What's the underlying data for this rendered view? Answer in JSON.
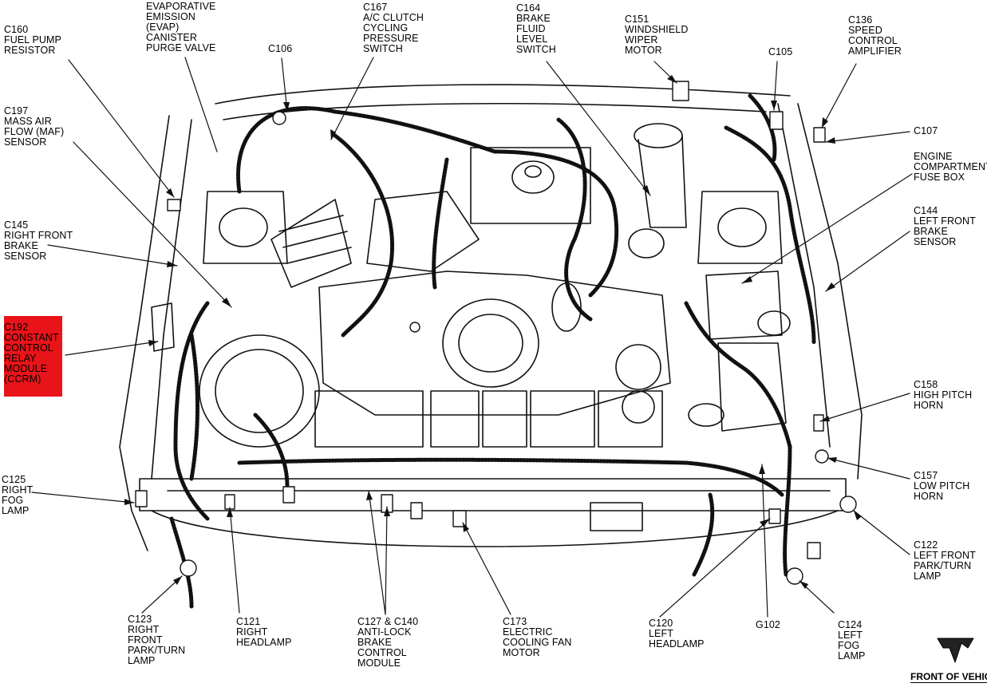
{
  "colors": {
    "highlight": "#e8141a",
    "ink": "#111111",
    "background": "#ffffff"
  },
  "front_of_vehicle": "FRONT OF VEHICLE",
  "labels": [
    {
      "id": "c160",
      "lines": [
        "C160",
        "FUEL PUMP",
        "RESISTOR"
      ]
    },
    {
      "id": "evap",
      "lines": [
        "EVAPORATIVE",
        "EMISSION",
        "(EVAP)",
        "CANISTER",
        "PURGE VALVE"
      ]
    },
    {
      "id": "c106",
      "lines": [
        "C106"
      ]
    },
    {
      "id": "c167",
      "lines": [
        "C167",
        "A/C CLUTCH",
        "CYCLING",
        "PRESSURE",
        "SWITCH"
      ]
    },
    {
      "id": "c164",
      "lines": [
        "C164",
        "BRAKE",
        "FLUID",
        "LEVEL",
        "SWITCH"
      ]
    },
    {
      "id": "c151",
      "lines": [
        "C151",
        "WINDSHIELD",
        "WIPER",
        "MOTOR"
      ]
    },
    {
      "id": "c105",
      "lines": [
        "C105"
      ]
    },
    {
      "id": "c136",
      "lines": [
        "C136",
        "SPEED",
        "CONTROL",
        "AMPLIFIER"
      ]
    },
    {
      "id": "c197",
      "lines": [
        "C197",
        "MASS AIR",
        "FLOW (MAF)",
        "SENSOR"
      ]
    },
    {
      "id": "c107",
      "lines": [
        "C107"
      ]
    },
    {
      "id": "fusebox",
      "lines": [
        "ENGINE",
        "COMPARTMENT",
        "FUSE BOX"
      ]
    },
    {
      "id": "c145",
      "lines": [
        "C145",
        "RIGHT FRONT",
        "BRAKE",
        "SENSOR"
      ]
    },
    {
      "id": "c144",
      "lines": [
        "C144",
        "LEFT FRONT",
        "BRAKE",
        "SENSOR"
      ]
    },
    {
      "id": "c192",
      "lines": [
        "C192",
        "CONSTANT",
        "CONTROL",
        "RELAY",
        "MODULE",
        "(CCRM)"
      ]
    },
    {
      "id": "c158",
      "lines": [
        "C158",
        "HIGH PITCH",
        "HORN"
      ]
    },
    {
      "id": "c125",
      "lines": [
        "C125",
        "RIGHT",
        "FOG",
        "LAMP"
      ]
    },
    {
      "id": "c157",
      "lines": [
        "C157",
        "LOW PITCH",
        "HORN"
      ]
    },
    {
      "id": "c122",
      "lines": [
        "C122",
        "LEFT FRONT",
        "PARK/TURN",
        "LAMP"
      ]
    },
    {
      "id": "c123",
      "lines": [
        "C123",
        "RIGHT",
        "FRONT",
        "PARK/TURN",
        "LAMP"
      ]
    },
    {
      "id": "c121",
      "lines": [
        "C121",
        "RIGHT",
        "HEADLAMP"
      ]
    },
    {
      "id": "c127",
      "lines": [
        "C127 & C140",
        "ANTI-LOCK",
        "BRAKE",
        "CONTROL",
        "MODULE"
      ]
    },
    {
      "id": "c173",
      "lines": [
        "C173",
        "ELECTRIC",
        "COOLING FAN",
        "MOTOR"
      ]
    },
    {
      "id": "c120",
      "lines": [
        "C120",
        "LEFT",
        "HEADLAMP"
      ]
    },
    {
      "id": "g102",
      "lines": [
        "G102"
      ]
    },
    {
      "id": "c124",
      "lines": [
        "C124",
        "LEFT",
        "FOG",
        "LAMP"
      ]
    }
  ]
}
